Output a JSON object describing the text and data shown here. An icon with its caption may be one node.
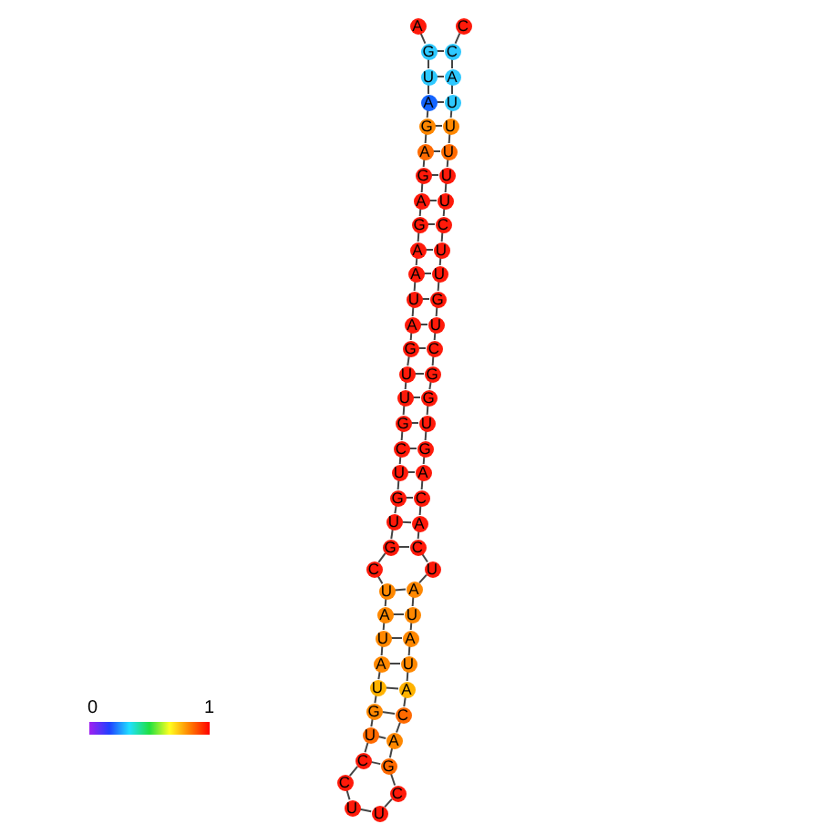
{
  "diagram": {
    "nodes": [
      {
        "text": [
          "A"
        ]
      },
      {
        "text": [
          "G"
        ]
      },
      {
        "text": [
          "U"
        ]
      },
      {
        "text": [
          "A"
        ]
      },
      {
        "text": [
          "G"
        ]
      },
      {
        "text": [
          "A"
        ]
      },
      {
        "text": [
          "G"
        ]
      },
      {
        "text": [
          "A"
        ]
      },
      {
        "text": [
          "G"
        ]
      },
      {
        "text": [
          "A"
        ]
      },
      {
        "text": [
          "A"
        ]
      },
      {
        "text": [
          "U"
        ]
      },
      {
        "text": [
          "A"
        ]
      },
      {
        "text": [
          "G"
        ]
      },
      {
        "text": [
          "U"
        ]
      },
      {
        "text": [
          "U"
        ]
      },
      {
        "text": [
          "G"
        ]
      },
      {
        "text": [
          "C"
        ]
      },
      {
        "text": [
          "U"
        ]
      },
      {
        "text": [
          "G"
        ]
      },
      {
        "text": [
          "U"
        ]
      },
      {
        "text": [
          "G"
        ]
      },
      {
        "text": [
          "C"
        ]
      },
      {
        "text": [
          "U"
        ]
      },
      {
        "text": [
          "A"
        ]
      },
      {
        "text": [
          "U"
        ]
      },
      {
        "text": [
          "A"
        ]
      },
      {
        "text": [
          "U"
        ]
      },
      {
        "text": [
          "G"
        ]
      },
      {
        "text": [
          "U"
        ]
      },
      {
        "text": [
          "C"
        ]
      },
      {
        "text": [
          "C"
        ]
      },
      {
        "text": [
          "U"
        ]
      },
      {
        "text": [
          "U"
        ]
      },
      {
        "text": [
          "C"
        ]
      },
      {
        "text": [
          "G"
        ]
      },
      {
        "text": [
          "A"
        ]
      },
      {
        "text": [
          "C"
        ]
      },
      {
        "text": [
          "A"
        ]
      },
      {
        "text": [
          "U"
        ]
      },
      {
        "text": [
          "A"
        ]
      },
      {
        "text": [
          "U"
        ]
      },
      {
        "text": [
          "A"
        ]
      },
      {
        "text": [
          "U"
        ]
      },
      {
        "text": [
          "C"
        ]
      },
      {
        "text": [
          "A"
        ]
      },
      {
        "text": [
          "C"
        ]
      },
      {
        "text": [
          "A"
        ]
      },
      {
        "text": [
          "G"
        ]
      },
      {
        "text": [
          "U"
        ]
      },
      {
        "text": [
          "G"
        ]
      },
      {
        "text": [
          "G"
        ]
      },
      {
        "text": [
          "C"
        ]
      },
      {
        "text": [
          "U"
        ]
      },
      {
        "text": [
          "G"
        ]
      },
      {
        "text": [
          "U"
        ]
      },
      {
        "text": [
          "U"
        ]
      },
      {
        "text": [
          "C"
        ]
      },
      {
        "text": [
          "U"
        ]
      },
      {
        "text": [
          "U"
        ]
      },
      {
        "text": [
          "U"
        ]
      },
      {
        "text": [
          "U"
        ]
      },
      {
        "text": [
          "U"
        ]
      },
      {
        "text": [
          "A"
        ]
      },
      {
        "text": [
          "C"
        ]
      },
      {
        "text": [
          "C"
        ]
      }
    ],
    "edges": [
      {
        "from": 0,
        "to": 1,
        "arrow": "none"
      },
      {
        "from": 1,
        "to": 2,
        "arrow": "none"
      },
      {
        "from": 2,
        "to": 3,
        "arrow": "none"
      },
      {
        "from": 3,
        "to": 4,
        "arrow": "none"
      },
      {
        "from": 4,
        "to": 5,
        "arrow": "none"
      },
      {
        "from": 5,
        "to": 6,
        "arrow": "none"
      },
      {
        "from": 6,
        "to": 7,
        "arrow": "none"
      },
      {
        "from": 7,
        "to": 8,
        "arrow": "none"
      },
      {
        "from": 8,
        "to": 9,
        "arrow": "none"
      },
      {
        "from": 9,
        "to": 10,
        "arrow": "none"
      },
      {
        "from": 10,
        "to": 11,
        "arrow": "none"
      },
      {
        "from": 11,
        "to": 12,
        "arrow": "none"
      },
      {
        "from": 12,
        "to": 13,
        "arrow": "none"
      },
      {
        "from": 13,
        "to": 14,
        "arrow": "none"
      },
      {
        "from": 14,
        "to": 15,
        "arrow": "none"
      },
      {
        "from": 15,
        "to": 16,
        "arrow": "none"
      },
      {
        "from": 16,
        "to": 17,
        "arrow": "none"
      },
      {
        "from": 17,
        "to": 18,
        "arrow": "none"
      },
      {
        "from": 18,
        "to": 19,
        "arrow": "none"
      },
      {
        "from": 19,
        "to": 20,
        "arrow": "none"
      },
      {
        "from": 20,
        "to": 21,
        "arrow": "none"
      },
      {
        "from": 21,
        "to": 22,
        "arrow": "none"
      },
      {
        "from": 22,
        "to": 23,
        "arrow": "none"
      },
      {
        "from": 23,
        "to": 24,
        "arrow": "none"
      },
      {
        "from": 24,
        "to": 25,
        "arrow": "none"
      },
      {
        "from": 25,
        "to": 26,
        "arrow": "none"
      },
      {
        "from": 26,
        "to": 27,
        "arrow": "none"
      },
      {
        "from": 27,
        "to": 28,
        "arrow": "none"
      },
      {
        "from": 28,
        "to": 29,
        "arrow": "none"
      },
      {
        "from": 29,
        "to": 30,
        "arrow": "none"
      },
      {
        "from": 30,
        "to": 31,
        "arrow": "none"
      },
      {
        "from": 31,
        "to": 32,
        "arrow": "none"
      },
      {
        "from": 32,
        "to": 33,
        "arrow": "none"
      },
      {
        "from": 33,
        "to": 34,
        "arrow": "none"
      },
      {
        "from": 34,
        "to": 35,
        "arrow": "none"
      },
      {
        "from": 35,
        "to": 36,
        "arrow": "none"
      },
      {
        "from": 36,
        "to": 37,
        "arrow": "none"
      },
      {
        "from": 37,
        "to": 38,
        "arrow": "none"
      },
      {
        "from": 38,
        "to": 39,
        "arrow": "none"
      },
      {
        "from": 39,
        "to": 40,
        "arrow": "none"
      },
      {
        "from": 40,
        "to": 41,
        "arrow": "none"
      },
      {
        "from": 41,
        "to": 42,
        "arrow": "none"
      },
      {
        "from": 42,
        "to": 43,
        "arrow": "none"
      },
      {
        "from": 43,
        "to": 44,
        "arrow": "none"
      },
      {
        "from": 44,
        "to": 45,
        "arrow": "none"
      },
      {
        "from": 45,
        "to": 46,
        "arrow": "none"
      },
      {
        "from": 46,
        "to": 47,
        "arrow": "none"
      },
      {
        "from": 47,
        "to": 48,
        "arrow": "none"
      },
      {
        "from": 48,
        "to": 49,
        "arrow": "none"
      },
      {
        "from": 49,
        "to": 50,
        "arrow": "none"
      },
      {
        "from": 50,
        "to": 51,
        "arrow": "none"
      },
      {
        "from": 51,
        "to": 52,
        "arrow": "none"
      },
      {
        "from": 52,
        "to": 53,
        "arrow": "none"
      },
      {
        "from": 53,
        "to": 54,
        "arrow": "none"
      },
      {
        "from": 54,
        "to": 55,
        "arrow": "none"
      },
      {
        "from": 55,
        "to": 56,
        "arrow": "none"
      },
      {
        "from": 56,
        "to": 57,
        "arrow": "none"
      },
      {
        "from": 57,
        "to": 58,
        "arrow": "none"
      },
      {
        "from": 58,
        "to": 59,
        "arrow": "none"
      },
      {
        "from": 59,
        "to": 60,
        "arrow": "none"
      },
      {
        "from": 60,
        "to": 61,
        "arrow": "none"
      },
      {
        "from": 61,
        "to": 62,
        "arrow": "none"
      },
      {
        "from": 62,
        "to": 63,
        "arrow": "none"
      },
      {
        "from": 63,
        "to": 64,
        "arrow": "none"
      },
      {
        "from": 64,
        "to": 65,
        "arrow": "none"
      },
      {
        "from": 1,
        "to": 64,
        "arrow": "none"
      },
      {
        "from": 2,
        "to": 63,
        "arrow": "none"
      },
      {
        "from": 3,
        "to": 62,
        "arrow": "none"
      },
      {
        "from": 4,
        "to": 61,
        "arrow": "none"
      },
      {
        "from": 5,
        "to": 60,
        "arrow": "none"
      },
      {
        "from": 6,
        "to": 59,
        "arrow": "none"
      },
      {
        "from": 7,
        "to": 58,
        "arrow": "none"
      },
      {
        "from": 8,
        "to": 57,
        "arrow": "none"
      },
      {
        "from": 9,
        "to": 56,
        "arrow": "none"
      },
      {
        "from": 10,
        "to": 55,
        "arrow": "none"
      },
      {
        "from": 11,
        "to": 54,
        "arrow": "none"
      },
      {
        "from": 12,
        "to": 53,
        "arrow": "none"
      },
      {
        "from": 13,
        "to": 52,
        "arrow": "none"
      },
      {
        "from": 14,
        "to": 51,
        "arrow": "none"
      },
      {
        "from": 15,
        "to": 50,
        "arrow": "none"
      },
      {
        "from": 16,
        "to": 49,
        "arrow": "none"
      },
      {
        "from": 17,
        "to": 48,
        "arrow": "none"
      },
      {
        "from": 18,
        "to": 47,
        "arrow": "none"
      },
      {
        "from": 19,
        "to": 46,
        "arrow": "none"
      },
      {
        "from": 20,
        "to": 45,
        "arrow": "none"
      },
      {
        "from": 21,
        "to": 44,
        "arrow": "none"
      },
      {
        "from": 23,
        "to": 42,
        "arrow": "none"
      },
      {
        "from": 24,
        "to": 41,
        "arrow": "none"
      },
      {
        "from": 25,
        "to": 40,
        "arrow": "none"
      },
      {
        "from": 26,
        "to": 39,
        "arrow": "none"
      },
      {
        "from": 27,
        "to": 38,
        "arrow": "none"
      },
      {
        "from": 28,
        "to": 37,
        "arrow": "none"
      },
      {
        "from": 29,
        "to": 36,
        "arrow": "none"
      },
      {
        "from": 30,
        "to": 35,
        "arrow": "none"
      }
    ],
    "labels": [
      "0",
      "1"
    ]
  }
}
